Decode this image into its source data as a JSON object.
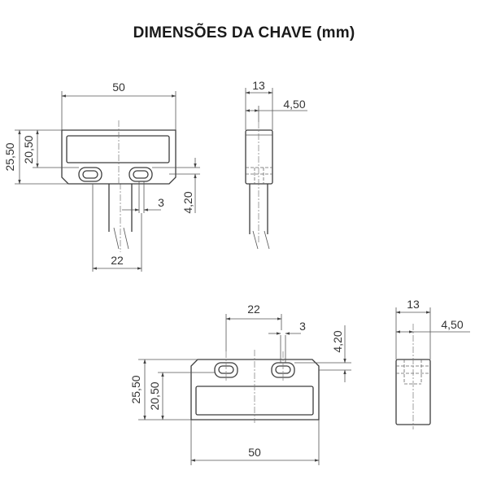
{
  "title": "DIMENSÕES DA CHAVE (mm)",
  "views": {
    "top_front": {
      "width_label": "50",
      "height_outer_label": "25,50",
      "height_inner_label": "20,50",
      "hole_offset_label": "4,20",
      "hole_width_label": "3",
      "hole_spacing_label": "22"
    },
    "top_side": {
      "depth_label": "13",
      "offset_label": "4,50"
    },
    "bottom_front": {
      "width_label": "50",
      "height_outer_label": "25,50",
      "height_inner_label": "20,50",
      "hole_offset_label": "4,20",
      "hole_width_label": "3",
      "hole_spacing_label": "22"
    },
    "bottom_side": {
      "depth_label": "13",
      "offset_label": "4,50"
    }
  },
  "colors": {
    "line": "#3c3c3c",
    "text": "#333333",
    "title": "#1a1a1a"
  }
}
